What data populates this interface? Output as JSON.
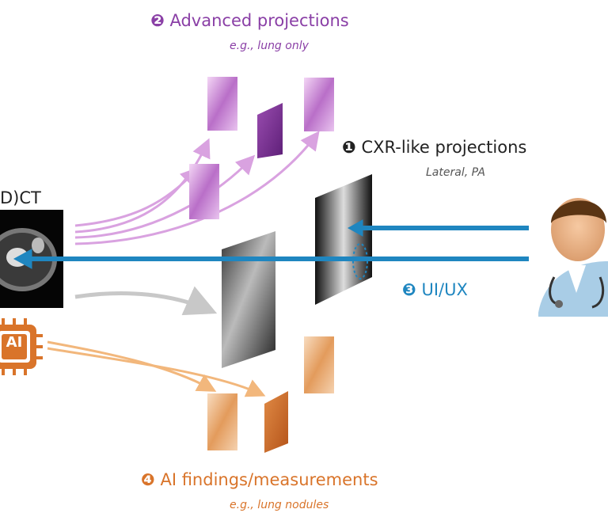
{
  "labels": {
    "advanced": {
      "num": "❷",
      "text": "Advanced projections",
      "sub": "e.g., lung only"
    },
    "cxr": {
      "num": "❶",
      "text": "CXR-like projections",
      "sub": "Lateral, PA"
    },
    "ui": {
      "num": "❸",
      "text": "UI/UX"
    },
    "ai": {
      "num": "❹",
      "text": "AI findings/measurements",
      "sub": "e.g., lung nodules"
    },
    "ct": {
      "text": "D)CT"
    },
    "chip": {
      "text": "AI"
    }
  },
  "colors": {
    "purple": "#8a3fa6",
    "purple_light": "#d9a2e0",
    "blue": "#1f86c0",
    "orange": "#d9742a",
    "orange_light": "#f2b77c",
    "gray_arrow": "#c8c8c8",
    "dark": "#222222"
  },
  "icons": {
    "doctor": "doctor-avatar-icon",
    "chip": "ai-chip-icon",
    "ct": "ct-scan-slice-icon"
  }
}
